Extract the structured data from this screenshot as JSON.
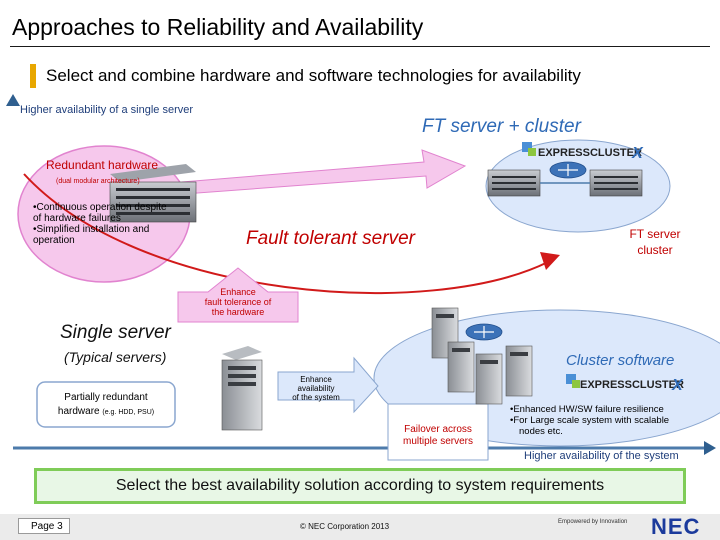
{
  "header": {
    "title": "Approaches to Reliability and Availability",
    "subtitle": "Select and combine hardware and software technologies for availability"
  },
  "axes": {
    "y_label": "Higher availability of a single server",
    "x_label": "Higher availability of the system"
  },
  "nodes": {
    "redundant_hw": {
      "title": "Redundant hardware",
      "subtitle": "(dual modular architecture)",
      "bullets": [
        "•Continuous operation despite",
        "of hardware failures",
        "•Simplified installation and",
        "operation"
      ]
    },
    "fault_tolerant": {
      "label": "Fault tolerant server"
    },
    "enhance_hw": {
      "lines": [
        "Enhance",
        "fault tolerance of",
        "the hardware"
      ]
    },
    "single_server": {
      "title": "Single server",
      "subtitle": "(Typical servers)",
      "box_lines": [
        "Partially redundant",
        "hardware"
      ],
      "box_note": "(e.g. HDD, PSU)"
    },
    "enhance_sys": {
      "lines": [
        "Enhance",
        "availability",
        "of the system"
      ]
    },
    "cluster_sw": {
      "title": "Cluster software",
      "bullets": [
        "•Enhanced HW/SW failure resilience",
        "•For Large scale system with scalable",
        "nodes etc."
      ]
    },
    "failover": {
      "lines": [
        "Failover across",
        "multiple servers"
      ]
    },
    "ft_cluster": {
      "title": "FT server + cluster"
    },
    "ft_server_cluster": {
      "lines": [
        "FT server",
        "cluster"
      ]
    }
  },
  "logos": {
    "expresscluster": "EXPRESSCLUSTER",
    "x": "X"
  },
  "banner": {
    "text": "Select the best availability solution according to system requirements"
  },
  "footer": {
    "page": "Page 3",
    "copyright": "© NEC Corporation 2013",
    "tagline": "Empowered by Innovation",
    "logo": "NEC"
  },
  "colors": {
    "pink": "#f6c8ec",
    "pink_border": "#e183cf",
    "blue": "#dce8fb",
    "blue_border": "#8aa6cf",
    "green": "#7fcc58",
    "axis": "#3d6d9b",
    "nec_blue": "#1b3a9c",
    "red_text": "#c00000"
  }
}
